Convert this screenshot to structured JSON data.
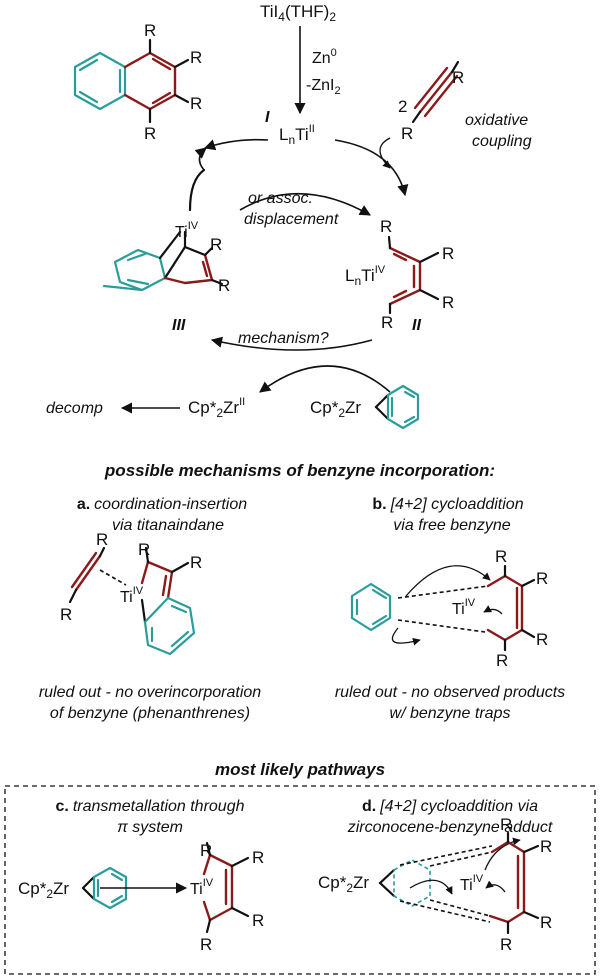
{
  "top": {
    "reagent": "TiI",
    "reagent_sub": "4",
    "reagent_tail": "(THF)",
    "reagent_sub2": "2",
    "zn": "Zn",
    "zn_sup": "0",
    "znI": "-ZnI",
    "znI_sub": "2"
  },
  "cycle": {
    "label_I": "I",
    "label_II": "II",
    "label_III": "III",
    "lnti_L": "L",
    "lnti_n": "n",
    "lnti_Ti": "Ti",
    "lnti_ox": "II",
    "coef": "2",
    "oxidative": "oxidative",
    "coupling": "coupling",
    "assoc1": "or assoc.",
    "assoc2": "displacement",
    "mechanism": "mechanism?",
    "ti4": "Ti",
    "ti4_ox": "IV",
    "r": "R",
    "cpzr": "Cp*",
    "cpzr_sub": "2",
    "cpzr_zr": "Zr",
    "cpzr_ox": "II",
    "decomp": "decomp"
  },
  "mechanisms": {
    "title": "possible mechanisms of benzyne incorporation:",
    "a_letter": "a.",
    "a_line1": "coordination-insertion",
    "a_line2": "via titanaindane",
    "b_letter": "b.",
    "b_line1": "[4+2] cycloaddition",
    "b_line2": "via free benzyne",
    "a_ruled1": "ruled out - no overincorporation",
    "a_ruled2": "of benzyne (phenanthrenes)",
    "b_ruled1": "ruled out - no observed products",
    "b_ruled2": "w/ benzyne traps"
  },
  "likely": {
    "title": "most likely pathways",
    "c_letter": "c.",
    "c_line1": "transmetallation through",
    "c_line2": "π system",
    "d_letter": "d.",
    "d_line1": "[4+2] cycloaddition via",
    "d_line2": "zirconocene-benzyne adduct"
  },
  "colors": {
    "red": "#8b1a1a",
    "teal": "#2a9d9a",
    "ink": "#111111"
  }
}
